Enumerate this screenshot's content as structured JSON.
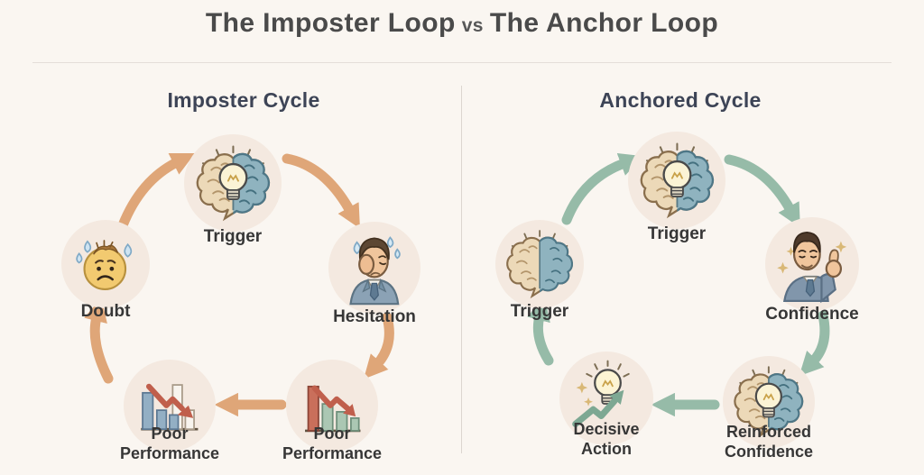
{
  "title": {
    "main_left": "The Imposter Loop",
    "separator": "vs",
    "main_right": "The Anchor Loop"
  },
  "panels": [
    {
      "heading": "Imposter Cycle",
      "cycle_direction": "clockwise",
      "arrow_color": "#dfa678",
      "nodes": [
        {
          "label": "Trigger",
          "icon": "brain-lightbulb-icon"
        },
        {
          "label": "Hesitation",
          "icon": "worried-man-icon"
        },
        {
          "label": "Poor Performance",
          "icon": "declining-bar-chart-icon"
        },
        {
          "label": "Poor Performance",
          "icon": "declining-bar-chart-blue-icon"
        },
        {
          "label": "Doubt",
          "icon": "worried-emoji-icon"
        }
      ]
    },
    {
      "heading": "Anchored Cycle",
      "cycle_direction": "clockwise",
      "arrow_color": "#96bba8",
      "nodes": [
        {
          "label": "Trigger",
          "icon": "brain-lightbulb-icon"
        },
        {
          "label": "Confidence",
          "icon": "thumbs-up-man-icon"
        },
        {
          "label": "Reinforced Confidence",
          "icon": "brain-lightbulb-icon"
        },
        {
          "label": "Decisive Action",
          "icon": "lightbulb-growth-arrow-icon"
        },
        {
          "label": "Trigger",
          "icon": "split-brain-icon"
        }
      ]
    }
  ],
  "colors": {
    "background": "#faf6f1",
    "badge_background": "#f4e9e0",
    "imposter_arrows": "#dfa678",
    "anchored_arrows": "#96bba8",
    "title_text": "#4a4a4a",
    "heading_text": "#3d4456",
    "label_text": "#363636"
  }
}
